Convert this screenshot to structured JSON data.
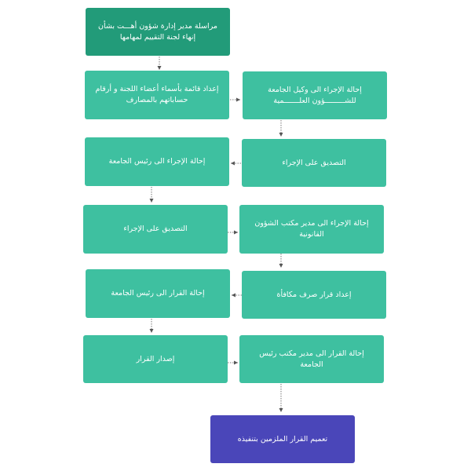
{
  "flowchart": {
    "nodes": [
      {
        "id": "n1",
        "text": "مراسلة مدير إدارة شؤون أهـــت بشأن إنهاء لجنة التقييم لمهامها"
      },
      {
        "id": "n2",
        "text": "إعداد قائمة بأسماء أعضاء اللجنة و أرقام حساباتهم بالمصارف"
      },
      {
        "id": "n3",
        "text": "إحالة الإجراء الى وكيل الجامعة للشـــــــــؤون العلـــــــمية"
      },
      {
        "id": "n4",
        "text": "التصديق على الإجراء"
      },
      {
        "id": "n5",
        "text": "إحالة الإجراء الى رئيس الجامعة"
      },
      {
        "id": "n6",
        "text": "التصديق على الإجراء"
      },
      {
        "id": "n7",
        "text": "إحالة الإجراء الى مدير مكتب الشؤون القانونية"
      },
      {
        "id": "n8",
        "text": "إعداد قرار صرف مكافأة"
      },
      {
        "id": "n9",
        "text": "إحالة القرار الى رئيس الجامعة"
      },
      {
        "id": "n10",
        "text": "إصدار القرار"
      },
      {
        "id": "n11",
        "text": "إحالة القرار الى مدير مكتب رئيس الجامعة"
      },
      {
        "id": "n12",
        "text": "تعميم القرار الملزمين بتنفيذه"
      }
    ],
    "colors": {
      "start": "#229b79",
      "step": "#3ec0a0",
      "end": "#4a46b9",
      "connector": "#555555"
    }
  }
}
